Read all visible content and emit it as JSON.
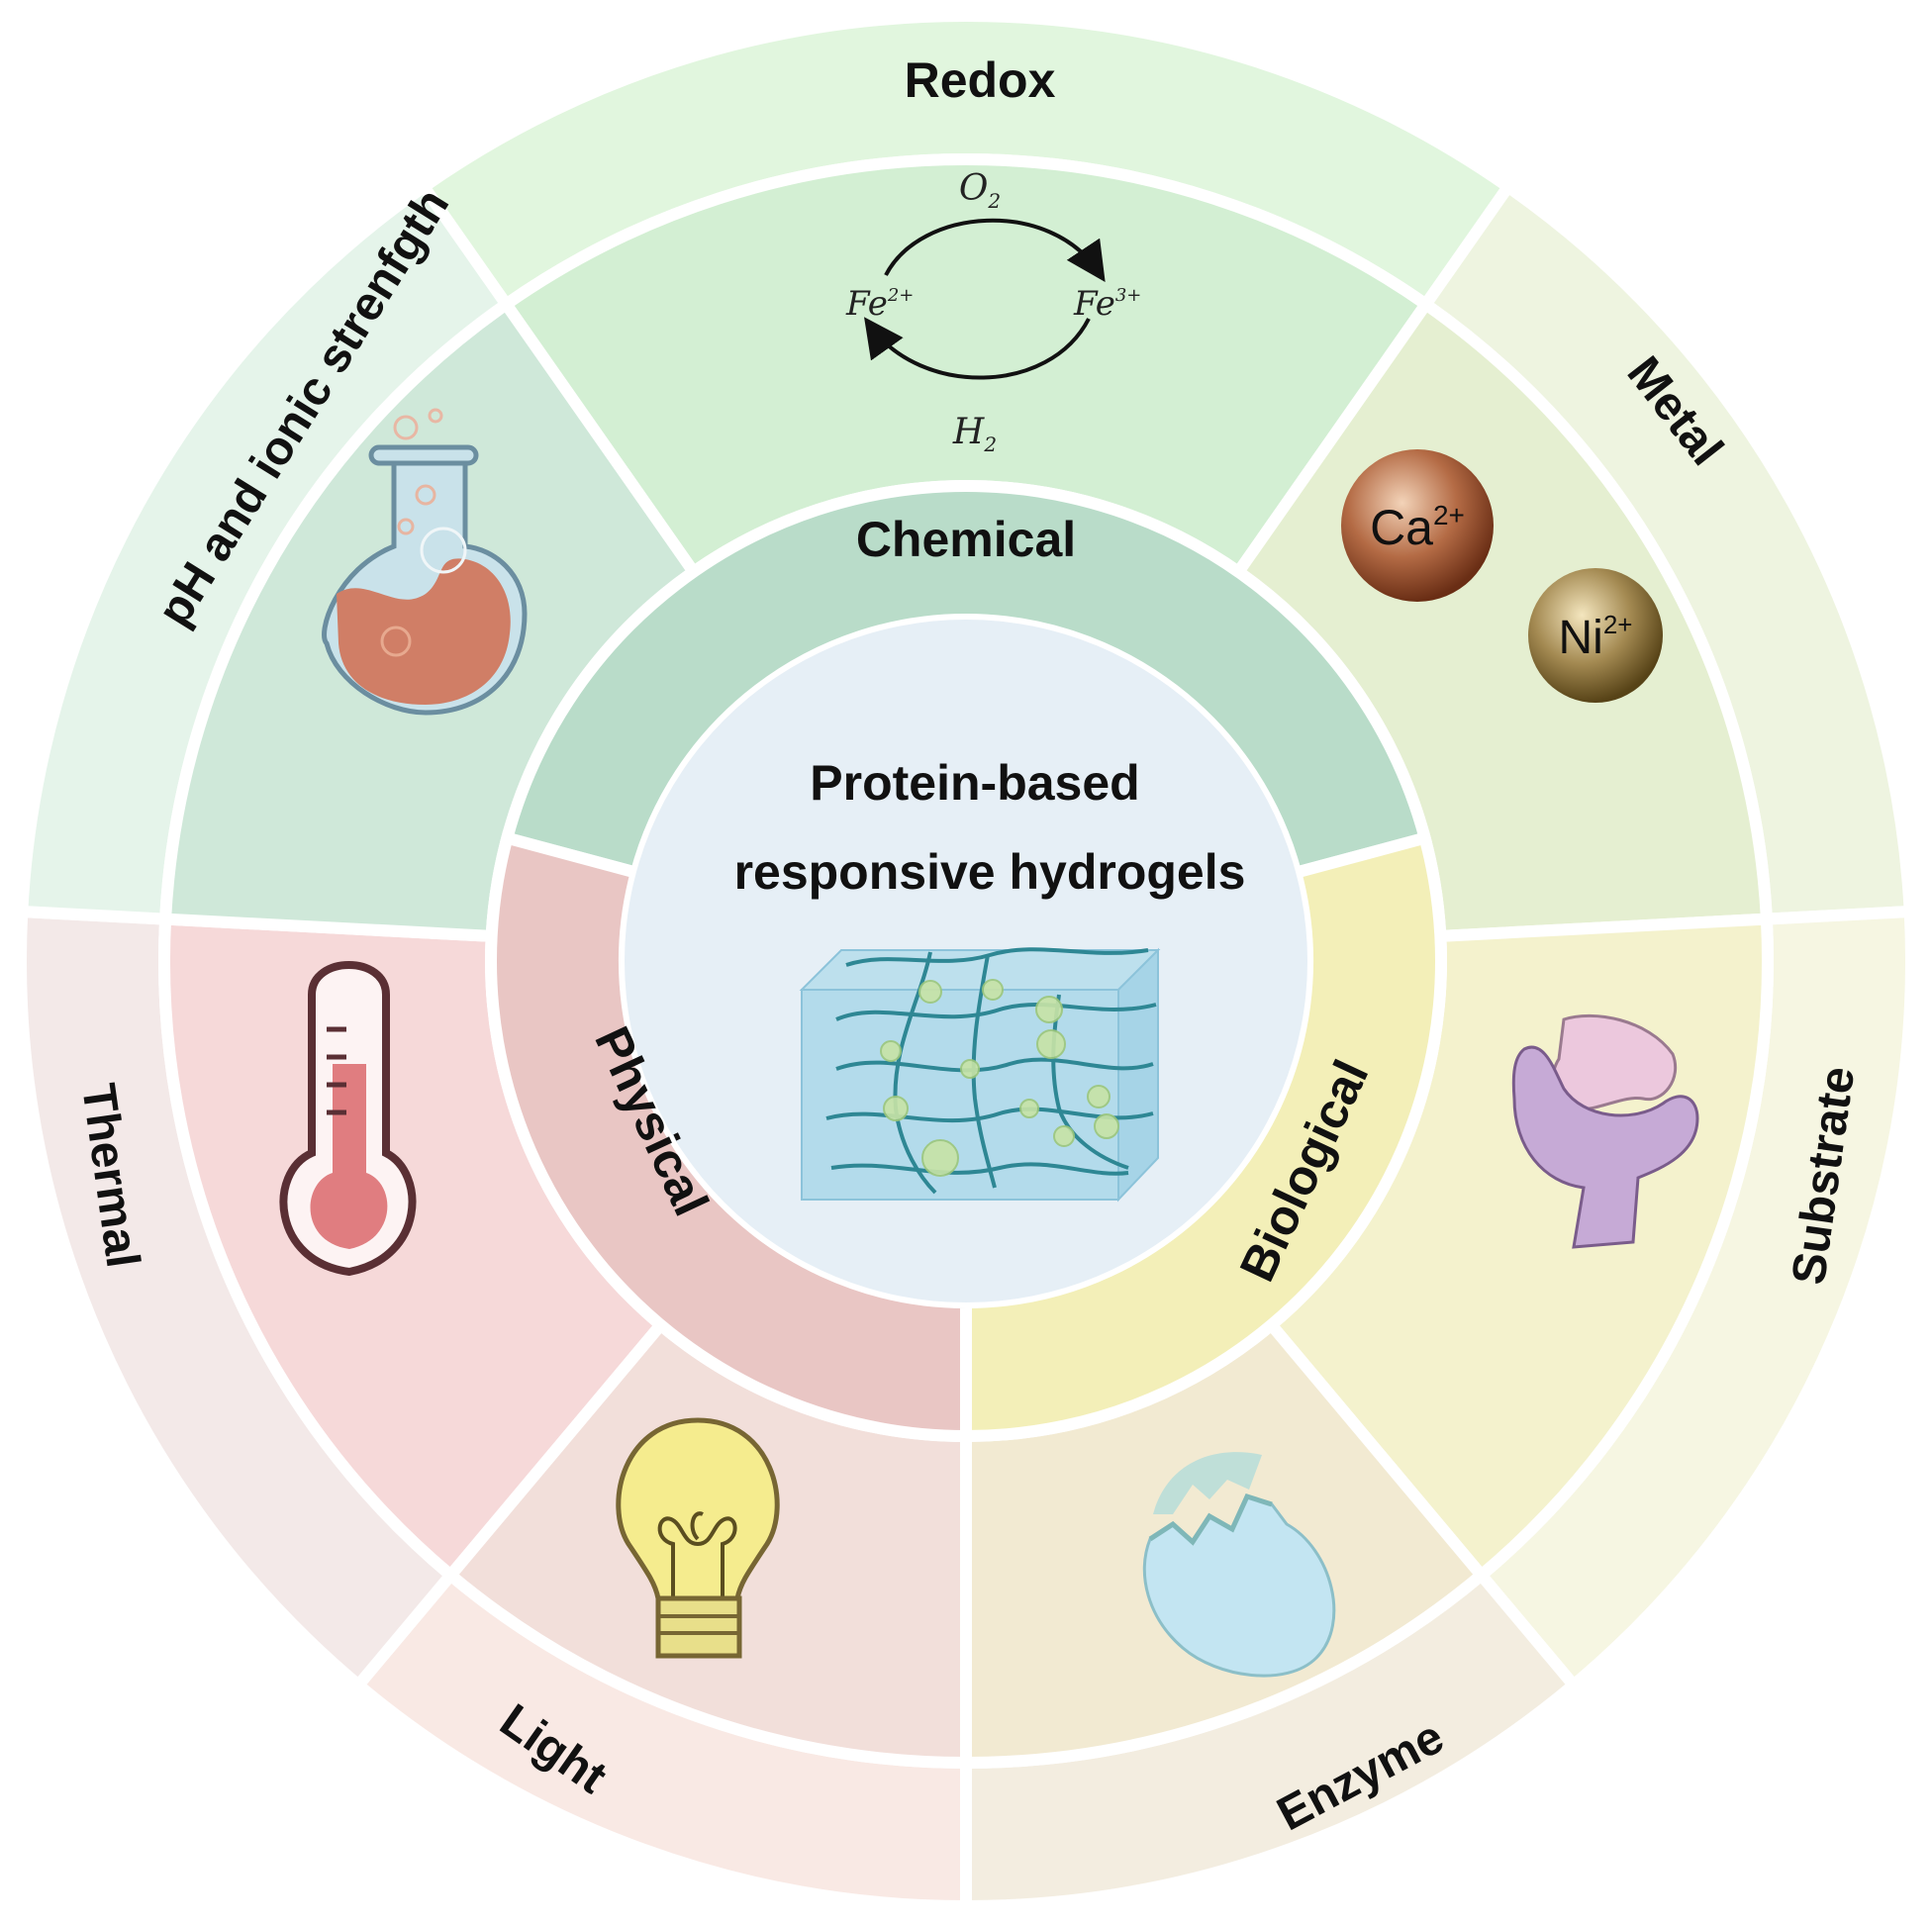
{
  "center": {
    "title_line1": "Protein-based",
    "title_line2": "responsive hydrogels",
    "icon": "hydrogel-network-icon"
  },
  "categories": {
    "chemical": "Chemical",
    "physical": "Physical",
    "biological": "Biological"
  },
  "stimuli": {
    "redox": "Redox",
    "metal": "Metal",
    "substrate": "Substrate",
    "enzyme": "Enzyme",
    "light": "Light",
    "thermal": "Thermal",
    "ph": "pH and ionic strenfgth"
  },
  "redox_cycle": {
    "top": "O",
    "top_sub": "2",
    "bottom": "H",
    "bottom_sub": "2",
    "left": "Fe",
    "left_sup": "2+",
    "right": "Fe",
    "right_sup": "3+"
  },
  "ions": {
    "calcium": "Ca",
    "calcium_charge": "2+",
    "nickel": "Ni",
    "nickel_charge": "2+"
  },
  "icons": {
    "ph": "flask-icon",
    "redox": "redox-cycle-icon",
    "metal": "metal-ion-icon",
    "substrate": "substrate-receptor-icon",
    "enzyme": "egg-shell-icon",
    "light": "light-bulb-icon",
    "thermal": "thermometer-icon"
  },
  "colors": {
    "chemical": "#b9dcc9",
    "physical": "#e9c6c4",
    "biological": "#f3efb8",
    "center": "#e6eff6",
    "redox_mid": "#d3efd3",
    "redox_out": "#e1f6de",
    "ph_mid": "#cfe8d9",
    "ph_out": "#e5f4ea",
    "metal_mid": "#e5efd1",
    "metal_out": "#eef4e0",
    "substrate_mid": "#f4f2cd",
    "substrate_out": "#f6f6e2",
    "enzyme_mid": "#f2ead2",
    "enzyme_out": "#f3ede0",
    "light_mid": "#f2dfda",
    "light_out": "#f9e9e4",
    "thermal_mid": "#f6d9d9",
    "thermal_out": "#f3e9e8"
  }
}
